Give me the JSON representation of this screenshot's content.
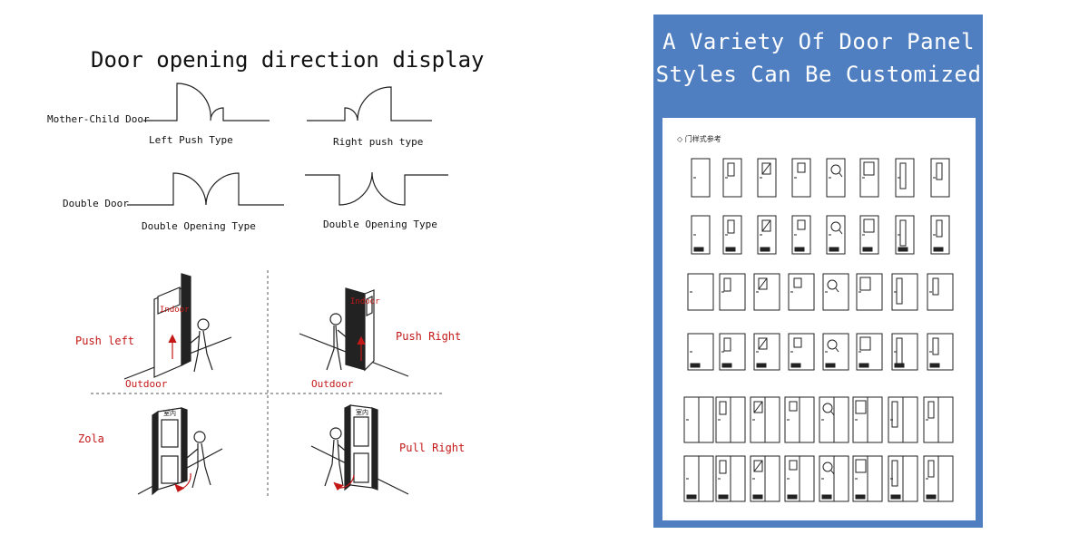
{
  "left_panel": {
    "heading": "Door opening direction display",
    "mother_child_label": "Mother-Child Door",
    "double_door_label": "Double Door",
    "left_push_type": "Left Push Type",
    "right_push_type": "Right push type",
    "double_opening_type_1": "Double Opening Type",
    "double_opening_type_2": "Double Opening Type",
    "push_left": "Push left",
    "push_right": "Push Right",
    "zola": "Zola",
    "pull_right": "Pull Right",
    "indoor_1": "Indoor",
    "indoor_2": "Indoor",
    "outdoor_1": "Outdoor",
    "outdoor_2": "Outdoor",
    "indoor_cn_1": "室内",
    "indoor_cn_2": "室内",
    "accent_color": "#c41818"
  },
  "right_panel": {
    "title_line1": "A Variety Of Door Panel",
    "title_line2": "Styles Can Be Customized",
    "caption": "◇ 门样式参考",
    "frame_color": "#4f7ec1",
    "rows": 6,
    "columns": 8
  }
}
